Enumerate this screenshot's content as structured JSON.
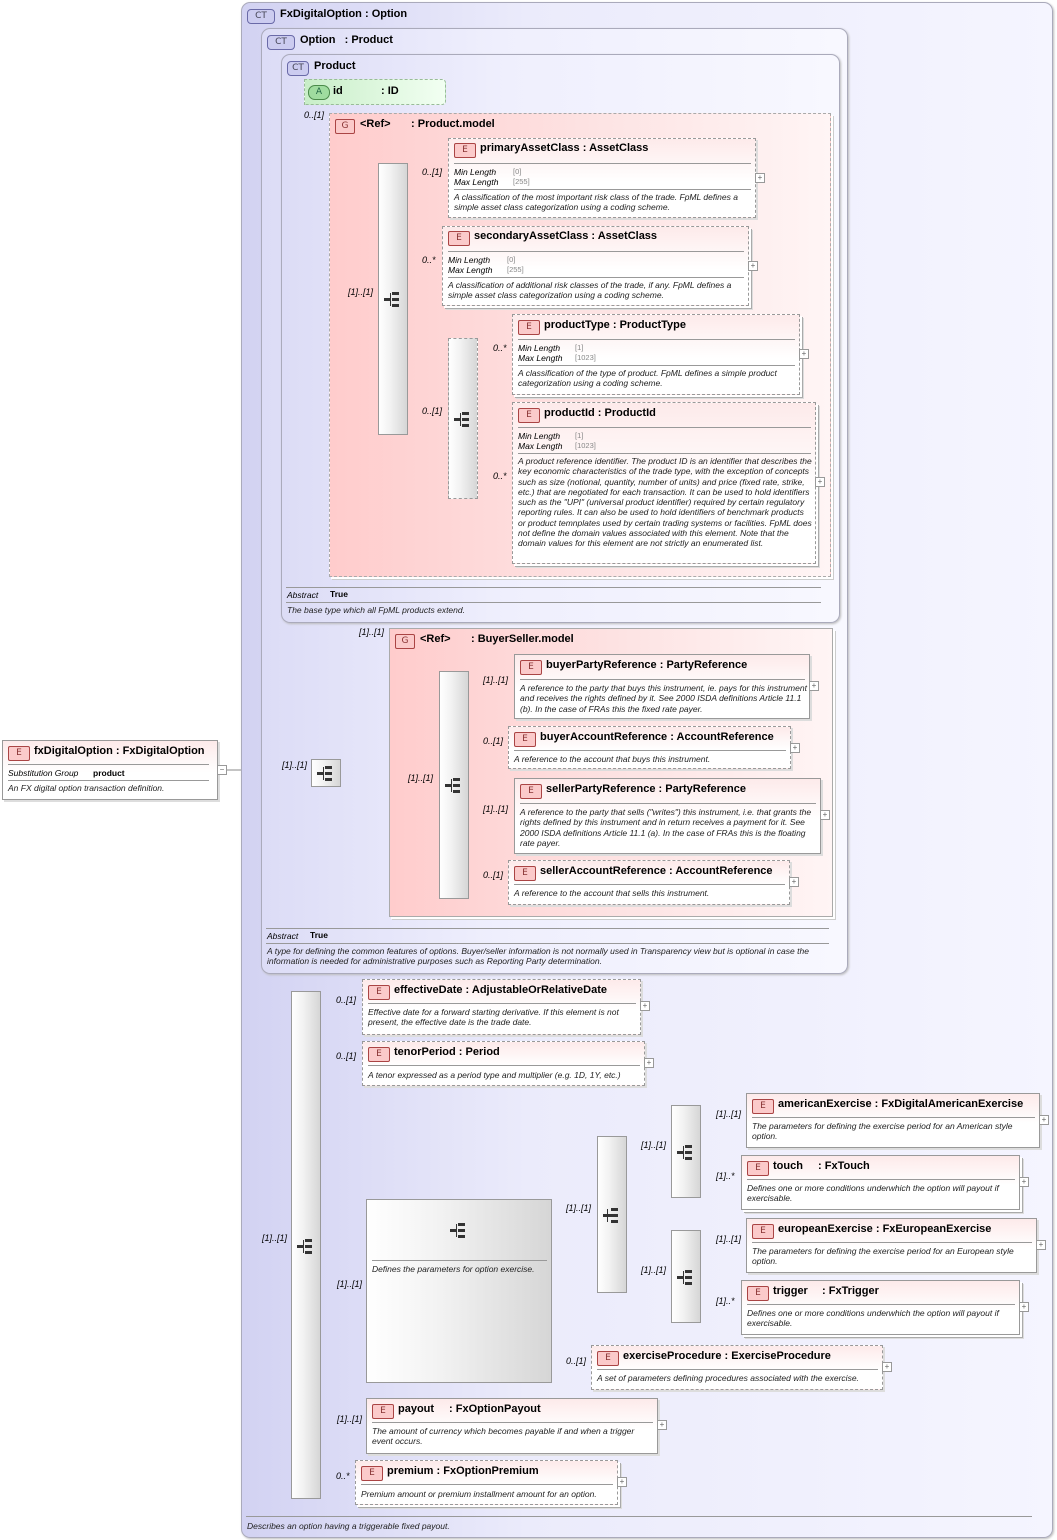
{
  "root": {
    "badge": "E",
    "name": "fxDigitalOption",
    "type": "FxDigitalOption",
    "sub_label": "Substitution Group",
    "sub_value": "product",
    "doc": "An FX digital option transaction definition.",
    "collapse": "−"
  },
  "ct_fx": {
    "badge": "CT",
    "name": "FxDigitalOption",
    "type": "Option",
    "doc": "Describes an option having a triggerable fixed payout."
  },
  "ct_option": {
    "badge": "CT",
    "name": "Option",
    "type": "Product",
    "abstract_label": "Abstract",
    "abstract_value": "True",
    "doc": "A type for defining the common features of options. Buyer/seller information is not normally used in Transparency view but is optional in case the information is needed for administrative purposes such as Reporting Party determination."
  },
  "ct_product": {
    "badge": "CT",
    "name": "Product",
    "abstract_label": "Abstract",
    "abstract_value": "True",
    "doc": "The base type which all FpML products extend."
  },
  "attr_id": {
    "badge": "A",
    "name": "id",
    "type": "ID"
  },
  "grp_product": {
    "badge": "G",
    "ref": "<Ref>",
    "type": "Product.model"
  },
  "grp_buyer": {
    "badge": "G",
    "ref": "<Ref>",
    "type": "BuyerSeller.model"
  },
  "facet_labels": {
    "min": "Min Length",
    "max": "Max Length"
  },
  "elements": {
    "primaryAssetClass": {
      "badge": "E",
      "name": "primaryAssetClass",
      "type": "AssetClass",
      "min": "[0]",
      "max": "[255]",
      "doc": "A classification of the most important risk class of the trade. FpML defines a simple asset class categorization using a coding scheme."
    },
    "secondaryAssetClass": {
      "badge": "E",
      "name": "secondaryAssetClass",
      "type": "AssetClass",
      "min": "[0]",
      "max": "[255]",
      "doc": "A classification of additional risk classes of the trade, if any. FpML defines a simple asset class categorization using a coding scheme."
    },
    "productType": {
      "badge": "E",
      "name": "productType",
      "type": "ProductType",
      "min": "[1]",
      "max": "[1023]",
      "doc": "A classification of the type of product. FpML defines a simple product categorization using a coding scheme."
    },
    "productId": {
      "badge": "E",
      "name": "productId",
      "type": "ProductId",
      "min": "[1]",
      "max": "[1023]",
      "doc": "A product reference identifier. The product ID is an identifier that describes the key economic characteristics of the trade type, with the exception of concepts such as size (notional, quantity, number of units) and price (fixed rate, strike, etc.) that are negotiated for each transaction. It can be used to hold identifiers such as the \"UPI\" (universal product identifier) required by certain regulatory reporting rules. It can also be used to hold identifiers of benchmark products or product temnplates used by certain trading systems or facilities. FpML does not define the domain values associated with this element. Note that the domain values for this element are not strictly an enumerated list."
    },
    "buyerPartyReference": {
      "badge": "E",
      "name": "buyerPartyReference",
      "type": "PartyReference",
      "doc": "A reference to the party that buys this instrument, ie. pays for this instrument and receives the rights defined by it. See 2000 ISDA definitions Article 11.1 (b). In the case of FRAs this the fixed rate payer."
    },
    "buyerAccountReference": {
      "badge": "E",
      "name": "buyerAccountReference",
      "type": "AccountReference",
      "doc": "A reference to the account that buys this instrument."
    },
    "sellerPartyReference": {
      "badge": "E",
      "name": "sellerPartyReference",
      "type": "PartyReference",
      "doc": "A reference to the party that sells (\"writes\") this instrument, i.e. that grants the rights defined by this instrument and in return receives a payment for it. See 2000 ISDA definitions Article 11.1 (a). In the case of FRAs this is the floating rate payer."
    },
    "sellerAccountReference": {
      "badge": "E",
      "name": "sellerAccountReference",
      "type": "AccountReference",
      "doc": "A reference to the account that sells this instrument."
    },
    "effectiveDate": {
      "badge": "E",
      "name": "effectiveDate",
      "type": "AdjustableOrRelativeDate",
      "doc": "Effective date for a forward starting derivative. If this element is not present, the effective date is the trade date."
    },
    "tenorPeriod": {
      "badge": "E",
      "name": "tenorPeriod",
      "type": "Period",
      "doc": "A tenor expressed as a period type and multiplier (e.g. 1D, 1Y, etc.)"
    },
    "americanExercise": {
      "badge": "E",
      "name": "americanExercise",
      "type": "FxDigitalAmericanExercise",
      "doc": "The parameters for defining the exercise period for an American style option."
    },
    "touch": {
      "badge": "E",
      "name": "touch",
      "type": "FxTouch",
      "doc": "Defines one or more conditions underwhich the option will payout if exercisable."
    },
    "europeanExercise": {
      "badge": "E",
      "name": "europeanExercise",
      "type": "FxEuropeanExercise",
      "doc": "The parameters for defining the exercise period for an European style option."
    },
    "trigger": {
      "badge": "E",
      "name": "trigger",
      "type": "FxTrigger",
      "doc": "Defines one or more conditions underwhich the option will payout if exercisable."
    },
    "exerciseProcedure": {
      "badge": "E",
      "name": "exerciseProcedure",
      "type": "ExerciseProcedure",
      "doc": "A set of parameters defining procedures associated with the exercise."
    },
    "payout": {
      "badge": "E",
      "name": "payout",
      "type": "FxOptionPayout",
      "doc": "The amount of currency which becomes payable if and when a trigger event occurs."
    },
    "premium": {
      "badge": "E",
      "name": "premium",
      "type": "FxOptionPremium",
      "doc": "Premium amount or premium installment amount for an option."
    }
  },
  "exercise_choice_doc": "Defines the parameters for option exercise.",
  "cards": {
    "c0_1": "0..[1]",
    "c0_star": "0..*",
    "c1_1": "[1]..[1]",
    "c1_star": "[1]..*"
  },
  "expand_symbol": "+",
  "colon": ":"
}
